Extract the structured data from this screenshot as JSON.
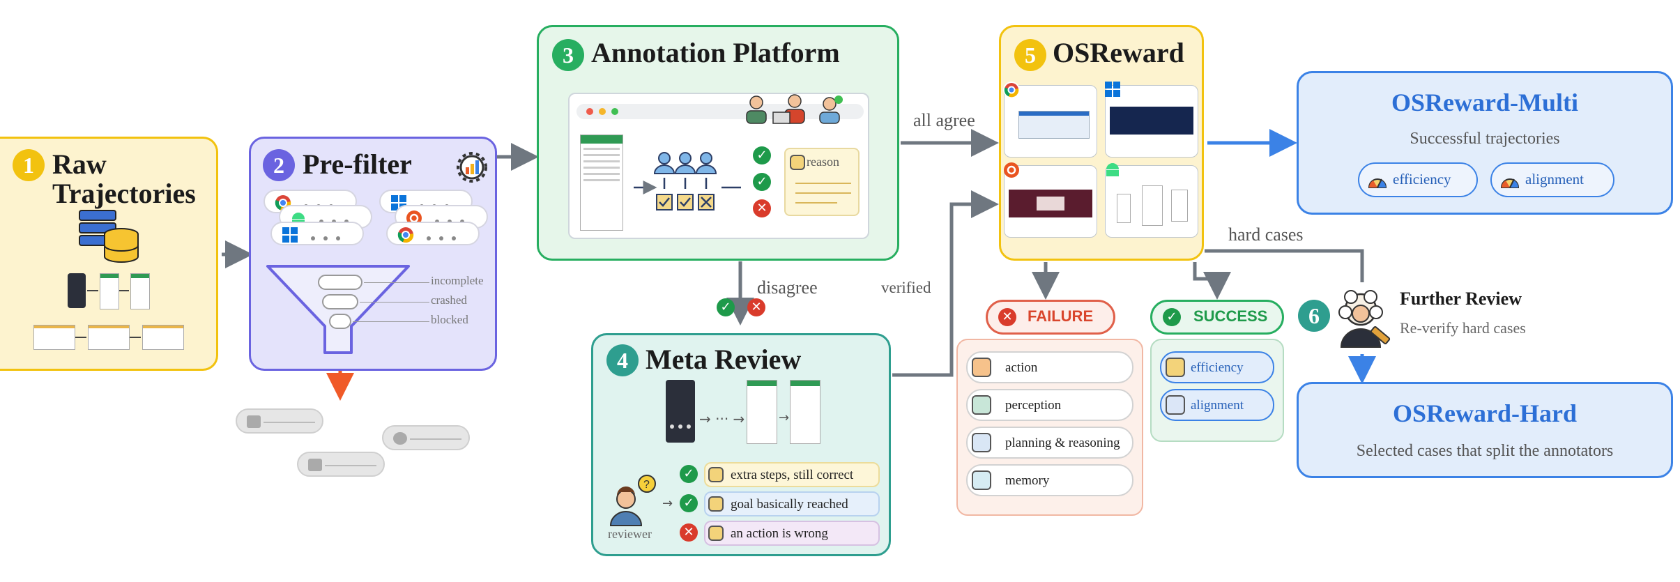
{
  "steps": {
    "raw": {
      "num": "1",
      "title_line1": "Raw",
      "title_line2": "Trajectories"
    },
    "prefilter": {
      "num": "2",
      "title": "Pre-filter",
      "filters": [
        "incomplete",
        "crashed",
        "blocked"
      ]
    },
    "annotation": {
      "num": "3",
      "title": "Annotation Platform",
      "reason_label": "reason"
    },
    "meta": {
      "num": "4",
      "title": "Meta Review",
      "reviewer_label": "reviewer",
      "notes": [
        "extra steps, still correct",
        "goal basically reached",
        "an action is wrong"
      ]
    },
    "osreward": {
      "num": "5",
      "title": "OSReward"
    },
    "further": {
      "num": "6",
      "title": "Further Review",
      "subtitle": "Re-verify hard cases"
    }
  },
  "edges": {
    "all_agree": "all agree",
    "disagree": "disagree",
    "verified": "verified",
    "hard_cases": "hard cases"
  },
  "failure": {
    "label": "FAILURE",
    "items": [
      "action",
      "perception",
      "planning & reasoning",
      "memory"
    ]
  },
  "success": {
    "label": "SUCCESS",
    "items": [
      "efficiency",
      "alignment"
    ]
  },
  "multi": {
    "title": "OSReward-Multi",
    "subtitle": "Successful trajectories",
    "tags": [
      "efficiency",
      "alignment"
    ]
  },
  "hard": {
    "title": "OSReward-Hard",
    "subtitle": "Selected cases that split the annotators"
  },
  "colors": {
    "yellow": "#f2c20f",
    "purple": "#6a63e0",
    "green": "#27ae60",
    "teal": "#2e9e8f",
    "blue": "#3b82e6",
    "red": "#e0604a",
    "orange_arrow": "#f05a28",
    "gray_arrow": "#6f7780"
  }
}
